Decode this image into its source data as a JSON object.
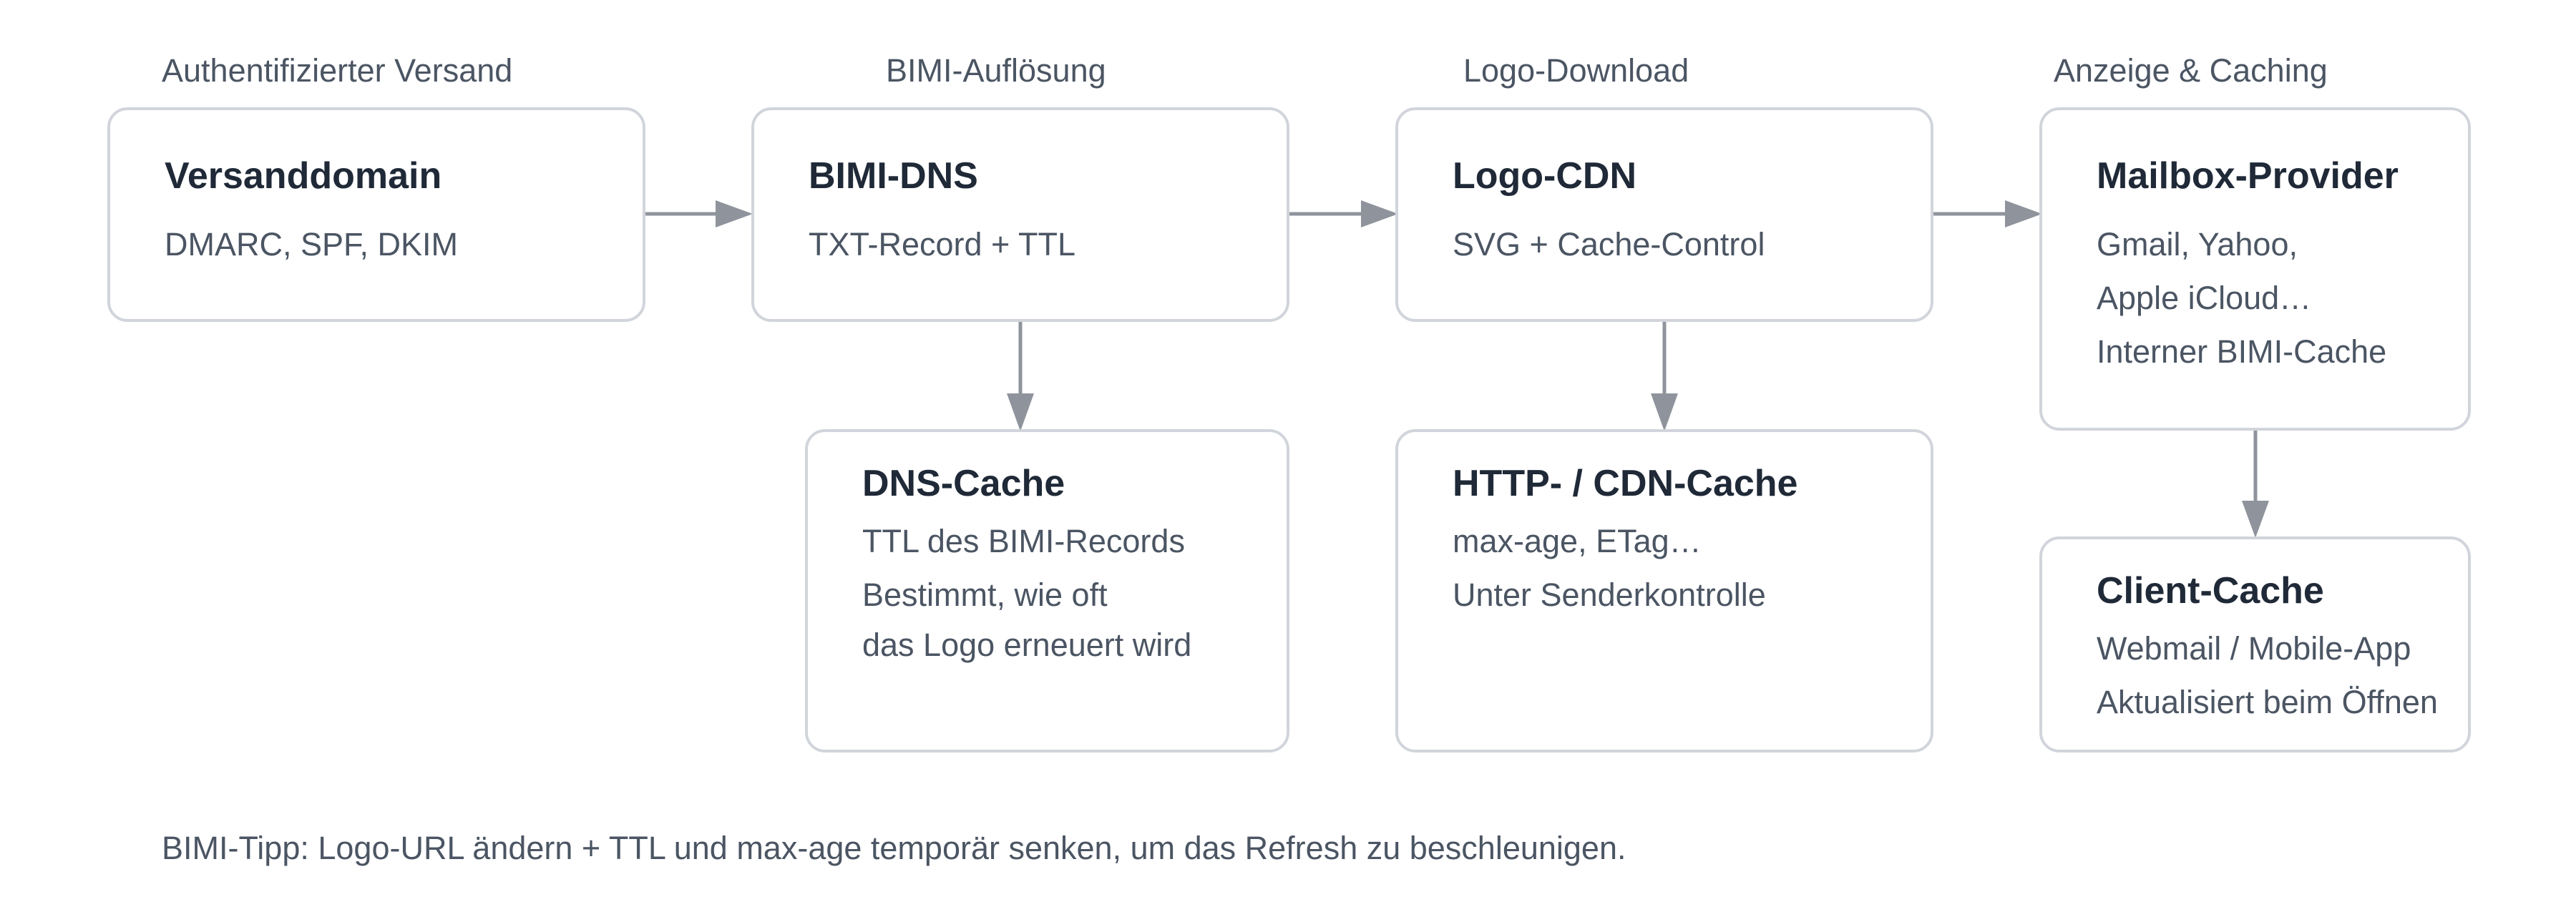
{
  "colors": {
    "box_border": "#d1d5db",
    "arrow": "#8f949c",
    "title_text": "#1f2937",
    "body_text": "#4b5563"
  },
  "stages": {
    "s1": "Authentifizierter Versand",
    "s2": "BIMI-Auflösung",
    "s3": "Logo-Download",
    "s4": "Anzeige & Caching"
  },
  "boxes": {
    "sending_domain": {
      "title": "Versanddomain",
      "lines": [
        "DMARC, SPF, DKIM"
      ]
    },
    "bimi_dns": {
      "title": "BIMI-DNS",
      "lines": [
        "TXT-Record + TTL"
      ]
    },
    "logo_cdn": {
      "title": "Logo-CDN",
      "lines": [
        "SVG + Cache-Control"
      ]
    },
    "mailbox_provider": {
      "title": "Mailbox-Provider",
      "lines": [
        "Gmail, Yahoo,",
        "Apple iCloud…",
        "Interner BIMI-Cache"
      ]
    },
    "dns_cache": {
      "title": "DNS-Cache",
      "lines": [
        "TTL des BIMI-Records",
        "Bestimmt, wie oft",
        "das Logo erneuert wird"
      ]
    },
    "http_cache": {
      "title": "HTTP- / CDN-Cache",
      "lines": [
        "max-age, ETag…",
        "Unter Senderkontrolle"
      ]
    },
    "client_cache": {
      "title": "Client-Cache",
      "lines": [
        "Webmail / Mobile-App",
        "Aktualisiert beim Öffnen"
      ]
    }
  },
  "tip": "BIMI-Tipp: Logo-URL ändern + TTL und max-age temporär senken, um das Refresh zu beschleunigen."
}
